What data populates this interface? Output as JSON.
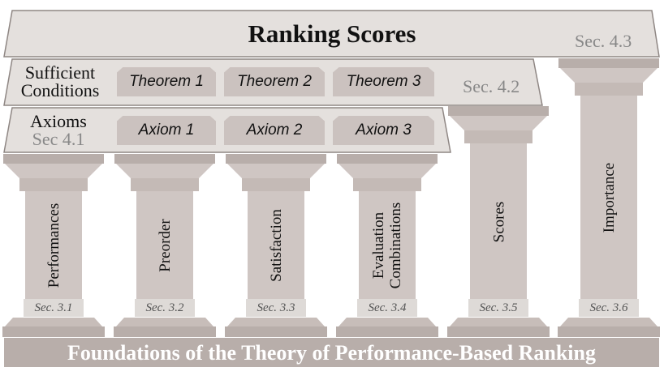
{
  "top": {
    "title": "Ranking Scores",
    "section": "Sec. 4.3"
  },
  "sufficient": {
    "label_line1": "Sufficient",
    "label_line2": "Conditions",
    "section": "Sec. 4.2",
    "theorems": [
      "Theorem 1",
      "Theorem 2",
      "Theorem 3"
    ]
  },
  "axioms": {
    "label": "Axioms",
    "section": "Sec 4.1",
    "items": [
      "Axiom 1",
      "Axiom 2",
      "Axiom 3"
    ]
  },
  "pillars": [
    {
      "lines": [
        "Performances"
      ],
      "section": "Sec. 3.1"
    },
    {
      "lines": [
        "Preorder"
      ],
      "section": "Sec. 3.2"
    },
    {
      "lines": [
        "Satisfaction"
      ],
      "section": "Sec. 3.3"
    },
    {
      "lines": [
        "Evaluation",
        "Combinations"
      ],
      "section": "Sec. 3.4"
    },
    {
      "lines": [
        "Scores"
      ],
      "section": "Sec. 3.5"
    },
    {
      "lines": [
        "Importance"
      ],
      "section": "Sec. 3.6"
    }
  ],
  "foundation": "Foundations of the Theory of Performance-Based Ranking",
  "colors": {
    "slab": "#e4e0dd",
    "stone": "#cfc6c3",
    "stone_dark": "#b8aeaa",
    "box": "#cbc2bf"
  }
}
